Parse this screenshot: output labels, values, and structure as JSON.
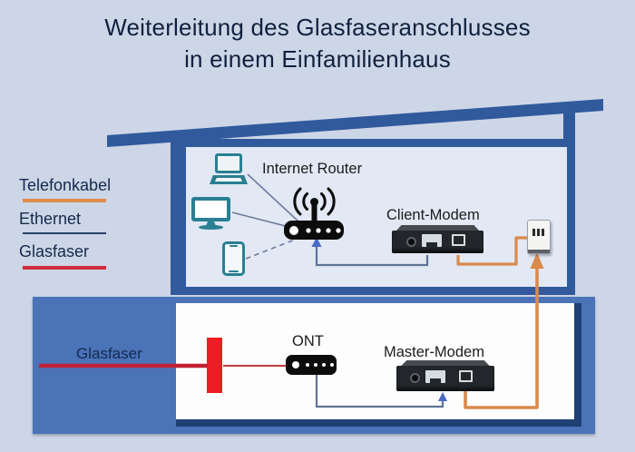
{
  "title": {
    "line1": "Weiterleitung des Glasfaseranschlusses",
    "line2": "in einem Einfamilienhaus"
  },
  "legend": {
    "items": [
      {
        "label": "Telefonkabel",
        "color": "#dd8c4e"
      },
      {
        "label": "Ethernet",
        "color": "#27406b"
      },
      {
        "label": "Glasfaser",
        "color": "#cf2b3c"
      }
    ]
  },
  "upper_floor": {
    "internet_router_label": "Internet Router",
    "client_modem_label": "Client-Modem",
    "icons": [
      "laptop-icon",
      "monitor-icon",
      "smartphone-icon",
      "wifi-router-icon",
      "phone-socket-icon"
    ]
  },
  "basement": {
    "fiber_line_label": "Glasfaser",
    "ont_label": "ONT",
    "master_modem_label": "Master-Modem",
    "icons": [
      "fiber-termination-block",
      "ont-device-icon",
      "modem-device-icon"
    ]
  },
  "colors": {
    "background": "#cdd6e6",
    "structure_blue": "#315a9d",
    "basement_fill_blue": "#4a73b8",
    "room_fill": "#e2e8f4",
    "phone_cable_orange": "#d98a4c",
    "ethernet_cable": "#5f7396",
    "ethernet_arrow_blue": "#4a69c4",
    "fiber_red": "#c22135",
    "device_teal": "#2a7f92"
  }
}
